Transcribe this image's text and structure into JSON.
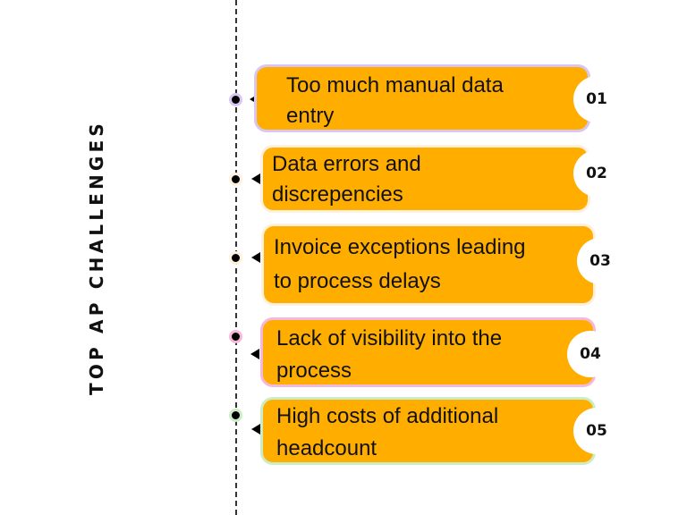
{
  "title": "TOP AP CHALLENGES",
  "colors": {
    "card_fill": "#FFAE00",
    "dot": "#000000",
    "timeline": "#333333"
  },
  "items": [
    {
      "number": "01",
      "line1": "Too much manual data",
      "line2": "entry",
      "border_color": "#D9C6F2"
    },
    {
      "number": "02",
      "line1": "Data errors and",
      "line2": "discrepencies",
      "border_color": "#FFF1DD"
    },
    {
      "number": "03",
      "line1": "Invoice exceptions leading",
      "line2": "to process delays",
      "border_color": "#FFF1DD"
    },
    {
      "number": "04",
      "line1": "Lack of visibility into the",
      "line2": "process",
      "border_color": "#F5B8D8"
    },
    {
      "number": "05",
      "line1": "High costs of additional",
      "line2": "headcount",
      "border_color": "#CDEBC4"
    }
  ]
}
